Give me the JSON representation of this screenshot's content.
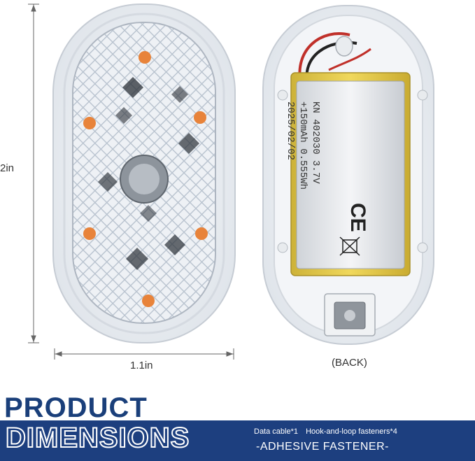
{
  "dimensions": {
    "height_label": "2in",
    "width_label": "1.1in"
  },
  "back_label": "(BACK)",
  "title": {
    "line1": "PRODUCT",
    "line2": "DIMENSIONS"
  },
  "accessories": {
    "data_cable": "Data cable*1",
    "hook_loop": "Hook-and-loop fasteners*4",
    "adhesive": "-ADHESIVE FASTENER-"
  },
  "battery": {
    "line1": "KN 402030 3.7V",
    "line2": "+150mAh 0.555Wh",
    "line3": "2025/02/02",
    "ce_mark": "CE"
  },
  "colors": {
    "banner": "#1d3f7f",
    "title": "#1a3f7a",
    "battery": "#e2c93f",
    "led": "#e8833a"
  }
}
